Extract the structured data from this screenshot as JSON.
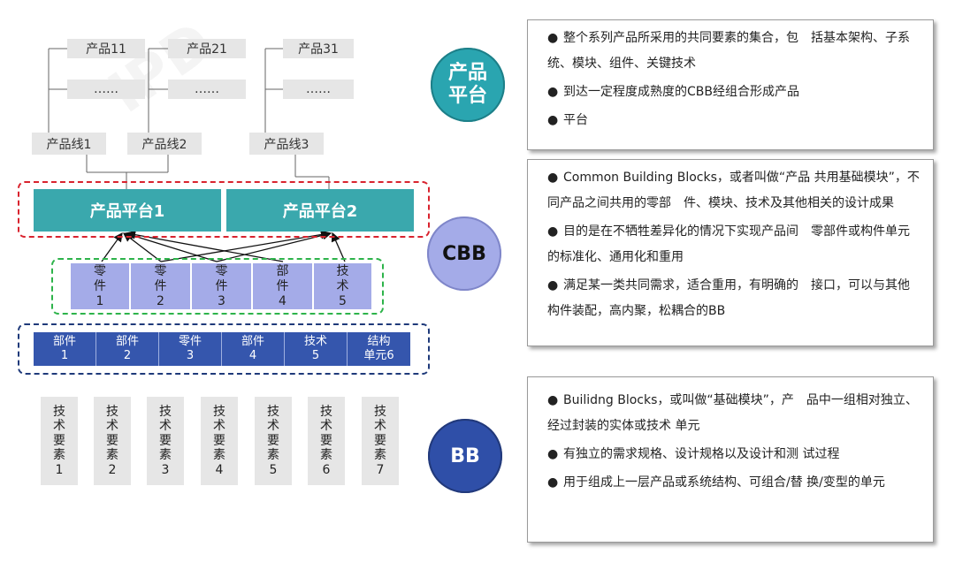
{
  "products": [
    {
      "top": "产品11",
      "mid": "……",
      "line": "产品线1"
    },
    {
      "top": "产品21",
      "mid": "……",
      "line": "产品线2"
    },
    {
      "top": "产品31",
      "mid": "……",
      "line": "产品线3"
    }
  ],
  "platforms": [
    "产品平台1",
    "产品平台2"
  ],
  "cbb_parts": [
    "零\n件\n1",
    "零\n件\n2",
    "零\n件\n3",
    "部\n件\n4",
    "技\n术\n5"
  ],
  "bb_parts": [
    "部件\n1",
    "部件\n2",
    "零件\n3",
    "部件\n4",
    "技术\n5",
    "结构\n单元6"
  ],
  "tech_elements": [
    "技\n术\n要\n素\n1",
    "技\n术\n要\n素\n2",
    "技\n术\n要\n素\n3",
    "技\n术\n要\n素\n4",
    "技\n术\n要\n素\n5",
    "技\n术\n要\n素\n6",
    "技\n术\n要\n素\n7"
  ],
  "circles": {
    "platform": "产品\n平台",
    "cbb": "CBB",
    "bb": "BB"
  },
  "panels": {
    "platform": [
      "整个系列产品所采用的共同要素的集合，包　括基本架构、子系统、模块、组件、关键技术",
      "到达一定程度成熟度的CBB经组合形成产品",
      "平台"
    ],
    "cbb": [
      "Common Building Blocks，或者叫做“产品 共用基础模块”，不同产品之间共用的零部　件、模块、技术及其他相关的设计成果",
      "目的是在不牺牲差异化的情况下实现产品间　零部件或构件单元的标准化、通用化和重用",
      "满足某一类共同需求，适合重用，有明确的　接口，可以与其他构件装配，高内聚，松耦合的BB"
    ],
    "bb": [
      "Builidng Blocks，或叫做“基础模块”，产　品中一组相对独立、经过封装的实体或技术 单元",
      "有独立的需求规格、设计规格以及设计和测 试过程",
      "用于组成上一层产品或系统结构、可组合/替 换/变型的单元"
    ]
  },
  "bullet": "●",
  "colors": {
    "platform_fill": "#3aa8ad",
    "cbb_fill": "#a4abe8",
    "bb_fill": "#3556ad",
    "red_dash": "#d9232e",
    "green_dash": "#2db34a",
    "navy_dash": "#1f3a7a",
    "circle_platform": "#2aa5b0",
    "circle_cbb": "#a4abe8",
    "circle_bb": "#2f4fa8"
  }
}
